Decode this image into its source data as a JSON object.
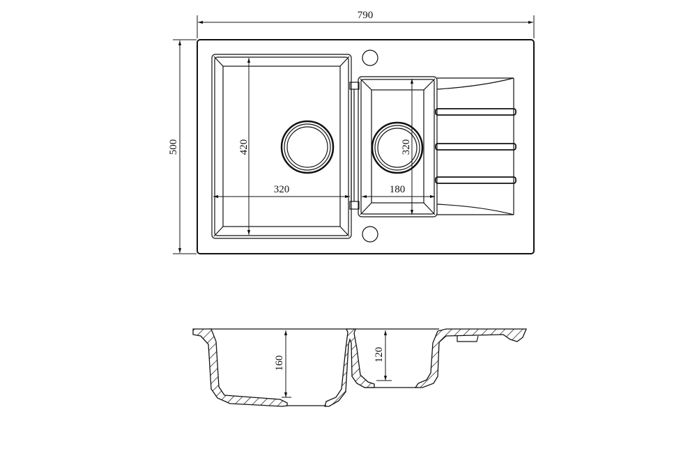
{
  "title": "Double bowl sink with drainer - technical drawing",
  "top_view": {
    "overall_width": "790",
    "overall_depth": "500",
    "main_bowl_depth": "420",
    "main_bowl_width": "320",
    "small_bowl_depth": "320",
    "small_bowl_width": "180"
  },
  "section_view": {
    "main_bowl_height": "160",
    "small_bowl_height": "120"
  },
  "colors": {
    "line": "#111111",
    "background": "#ffffff"
  }
}
